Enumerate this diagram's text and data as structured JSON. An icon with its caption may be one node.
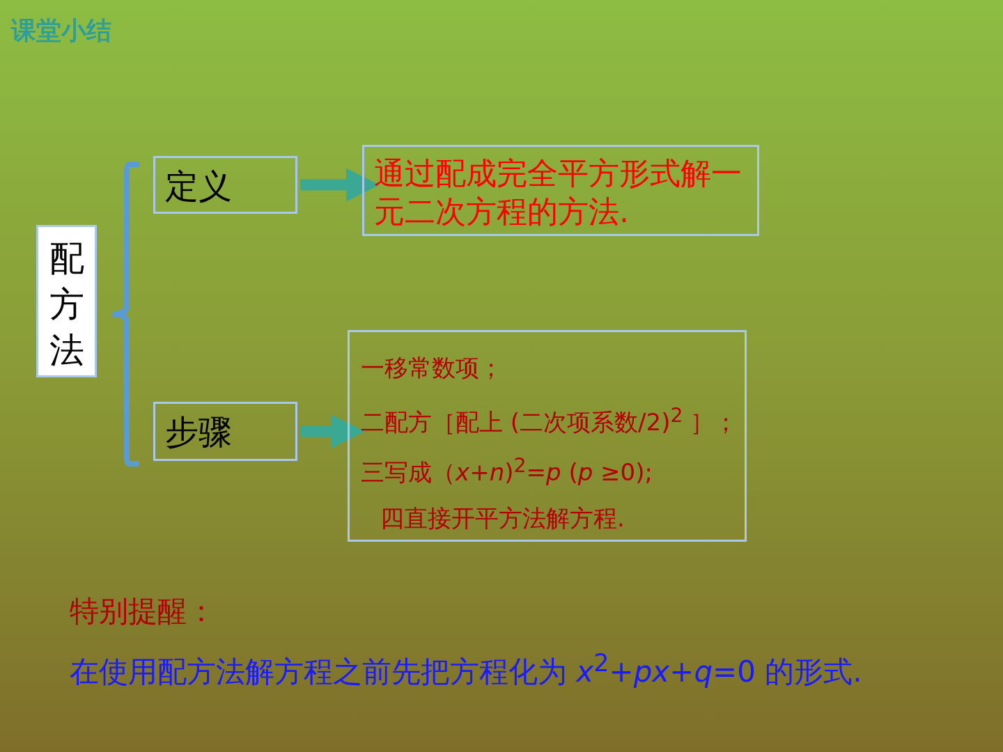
{
  "diagram": {
    "title": "课堂小结",
    "nodes": [
      {
        "text": [
          "配方法"
        ]
      },
      {
        "text": [
          "定义"
        ]
      },
      {
        "text": [
          "通过配成完全平方形式解一元二次方程的方法."
        ]
      },
      {
        "text": [
          "步骤"
        ]
      },
      {
        "text": [
          "一移常数项；",
          "二配方［配上 (二次项系数/2)$^{2}$ ］；",
          "三写成（*x*+*n*)$^{2}$=*p* (*p* ≥0);",
          "四直接开平方法解方程."
        ]
      }
    ],
    "edges": [
      {
        "from": 1,
        "to": 2,
        "arrow": "to"
      },
      {
        "from": 3,
        "to": 4,
        "arrow": "to"
      }
    ],
    "labels": [
      "特别提醒：",
      "在使用配方法解方程之前先把方程化为 *x*$^{2}$+*px*+*q*=0 的形式."
    ]
  }
}
